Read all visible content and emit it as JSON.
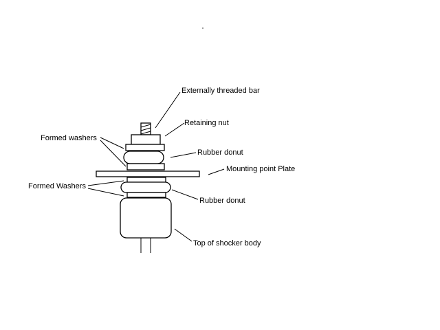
{
  "labels": {
    "threaded_bar": "Externally threaded bar",
    "retaining_nut": "Retaining nut",
    "formed_washers_upper": "Formed washers",
    "rubber_donut_upper": "Rubber donut",
    "mounting_plate": "Mounting point Plate",
    "formed_washers_lower": "Formed Washers",
    "rubber_donut_lower": "Rubber donut",
    "shocker_body": "Top of shocker body"
  }
}
